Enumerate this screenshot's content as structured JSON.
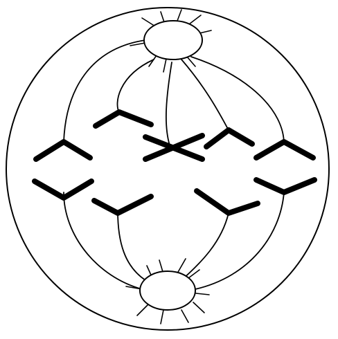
{
  "figure": {
    "subject": "cell-division-spindle",
    "stroke_color": "#000000",
    "background_color": "#ffffff",
    "parts": {
      "cell": "cell-membrane",
      "poles": [
        "spindle-pole-top",
        "spindle-pole-bottom"
      ],
      "chromosome_count": 8,
      "crossed_pair_count": 1
    }
  }
}
